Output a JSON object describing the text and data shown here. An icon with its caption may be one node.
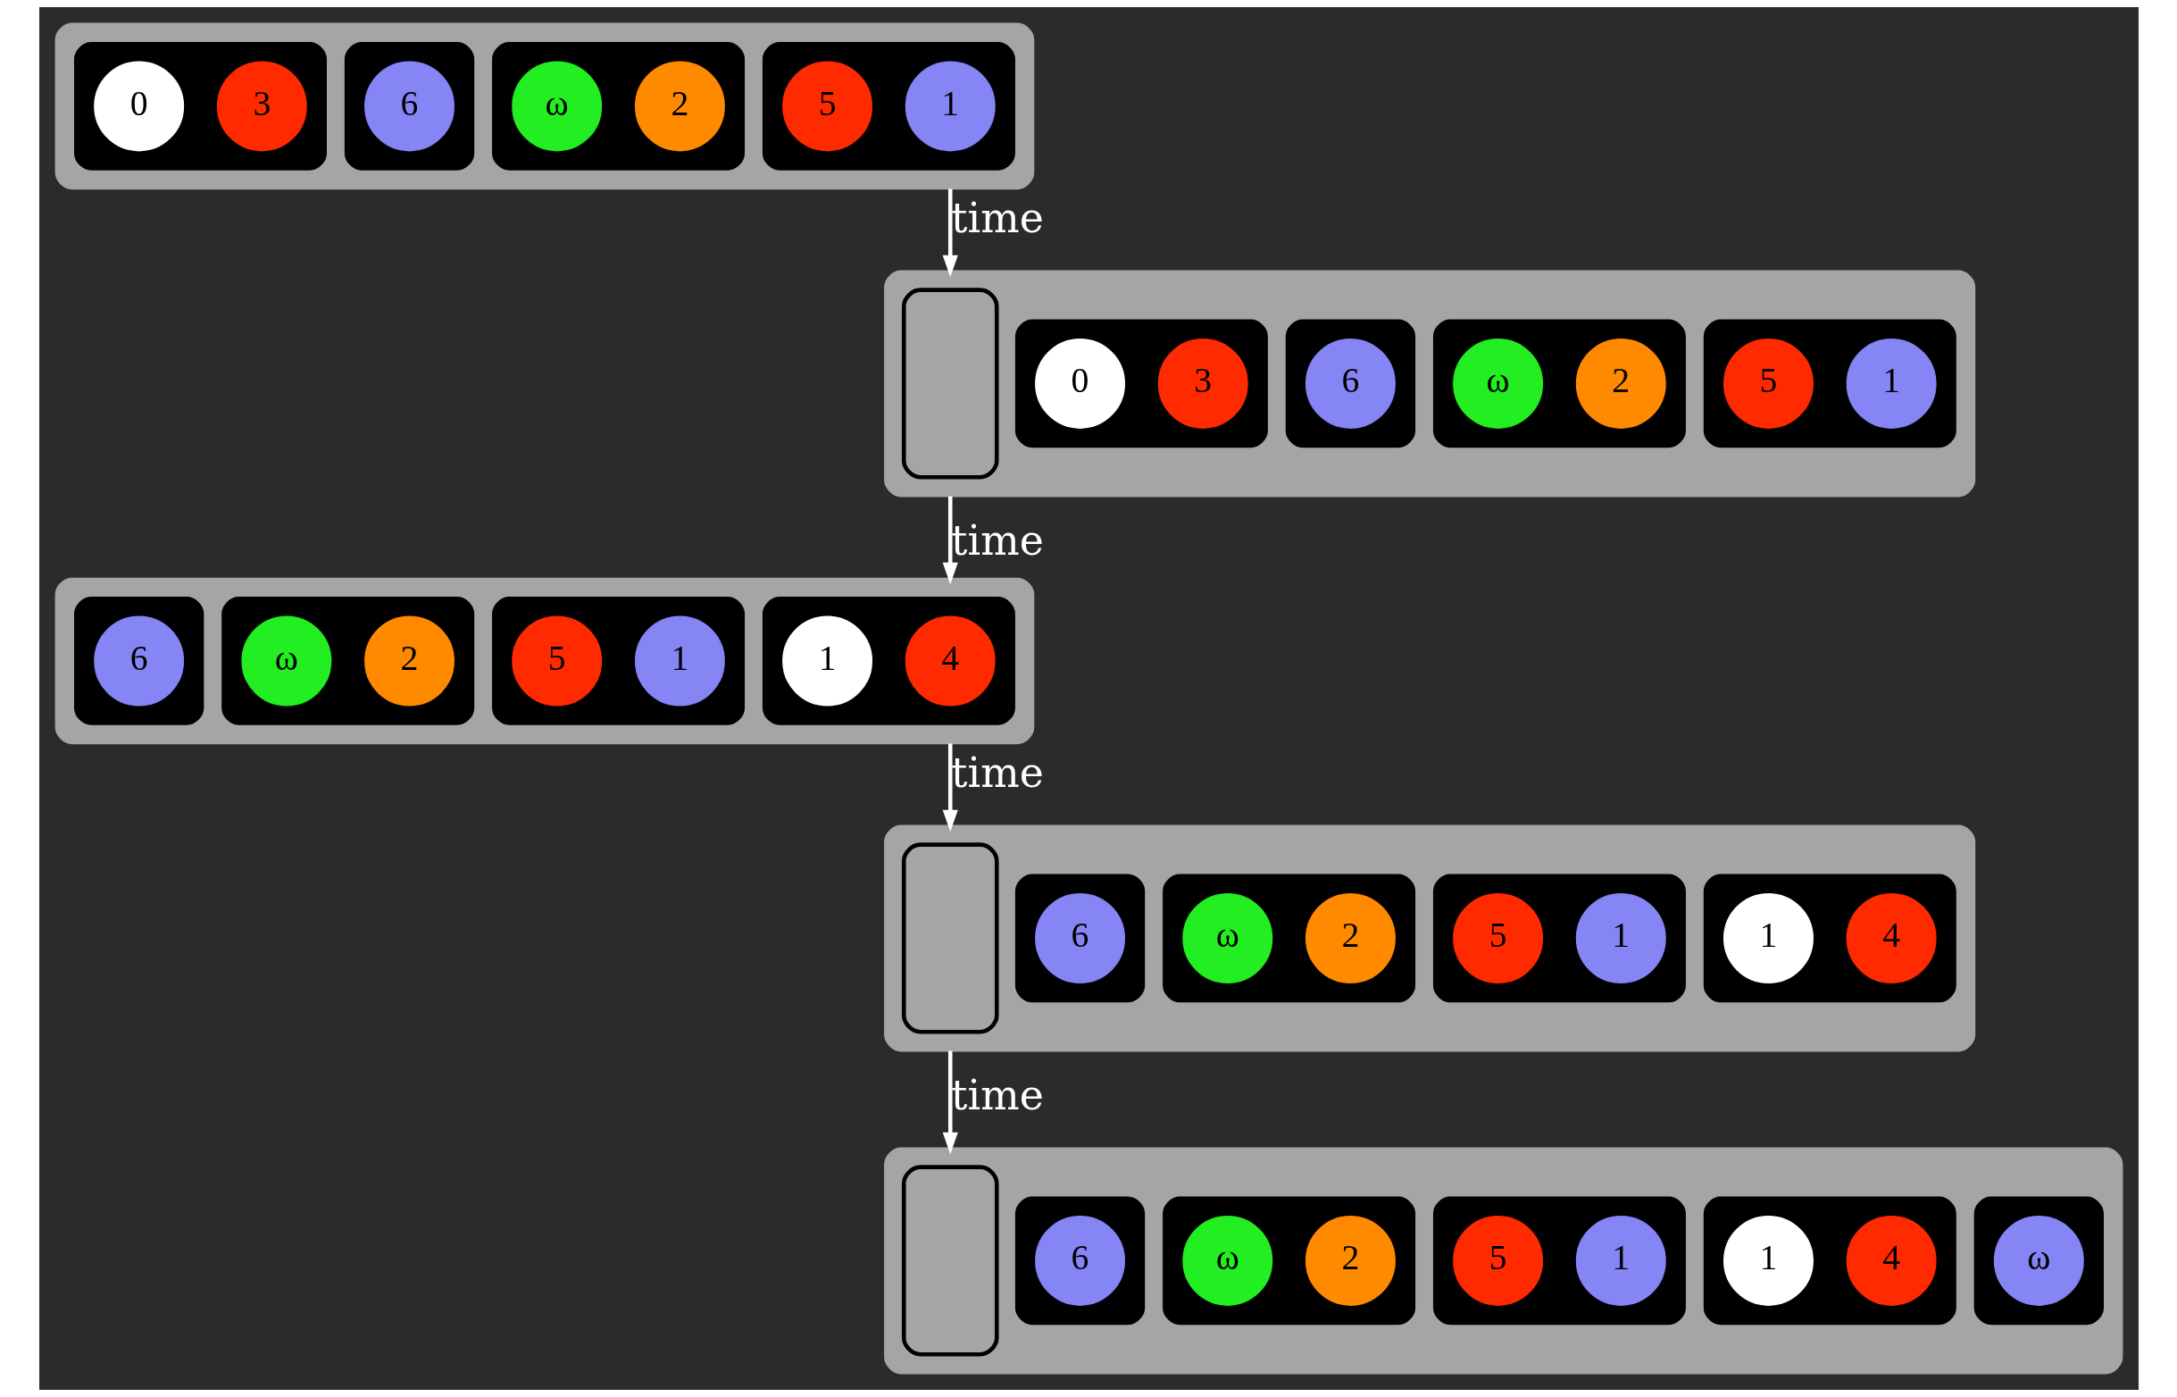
{
  "diagram": {
    "nodes": [
      {
        "text": [],
        "shape": "box"
      },
      {
        "text": [],
        "shape": "box",
        "in": 0
      },
      {
        "text": [
          "1"
        ],
        "in": 1
      },
      {
        "text": [
          "5"
        ],
        "in": 1
      },
      {
        "text": [],
        "shape": "box",
        "in": 0
      },
      {
        "text": [
          "2"
        ],
        "in": 4
      },
      {
        "text": [
          "ω"
        ],
        "in": 4
      },
      {
        "text": [],
        "shape": "box",
        "in": 0
      },
      {
        "text": [
          "6"
        ],
        "in": 7
      },
      {
        "text": [],
        "shape": "box",
        "in": 0
      },
      {
        "text": [
          "3"
        ],
        "in": 9
      },
      {
        "text": [
          "0"
        ],
        "in": 9
      },
      {
        "text": [],
        "shape": "box"
      },
      {
        "text": [],
        "shape": "box",
        "in": 12
      },
      {
        "text": [],
        "shape": "box",
        "in": 12
      },
      {
        "text": [
          "1"
        ],
        "in": 14
      },
      {
        "text": [
          "5"
        ],
        "in": 14
      },
      {
        "text": [],
        "shape": "box",
        "in": 12
      },
      {
        "text": [
          "2"
        ],
        "in": 17
      },
      {
        "text": [
          "ω"
        ],
        "in": 17
      },
      {
        "text": [],
        "shape": "box",
        "in": 12
      },
      {
        "text": [
          "6"
        ],
        "in": 20
      },
      {
        "text": [],
        "shape": "box",
        "in": 12
      },
      {
        "text": [
          "3"
        ],
        "in": 22
      },
      {
        "text": [
          "0"
        ],
        "in": 22
      },
      {
        "text": [],
        "shape": "box"
      },
      {
        "text": [],
        "shape": "box",
        "in": 25
      },
      {
        "text": [
          "4"
        ],
        "in": 26
      },
      {
        "text": [
          "1"
        ],
        "in": 26
      },
      {
        "text": [],
        "shape": "box",
        "in": 25
      },
      {
        "text": [
          "1"
        ],
        "in": 29
      },
      {
        "text": [
          "5"
        ],
        "in": 29
      },
      {
        "text": [],
        "shape": "box",
        "in": 25
      },
      {
        "text": [
          "2"
        ],
        "in": 32
      },
      {
        "text": [
          "ω"
        ],
        "in": 32
      },
      {
        "text": [],
        "shape": "box",
        "in": 25
      },
      {
        "text": [
          "6"
        ],
        "in": 35
      },
      {
        "text": [],
        "shape": "box"
      },
      {
        "text": [],
        "shape": "box",
        "in": 37
      },
      {
        "text": [],
        "shape": "box",
        "in": 37
      },
      {
        "text": [
          "4"
        ],
        "in": 39
      },
      {
        "text": [
          "1"
        ],
        "in": 39
      },
      {
        "text": [],
        "shape": "box",
        "in": 37
      },
      {
        "text": [
          "1"
        ],
        "in": 42
      },
      {
        "text": [
          "5"
        ],
        "in": 42
      },
      {
        "text": [],
        "shape": "box",
        "in": 37
      },
      {
        "text": [
          "2"
        ],
        "in": 45
      },
      {
        "text": [
          "ω"
        ],
        "in": 45
      },
      {
        "text": [],
        "shape": "box",
        "in": 37
      },
      {
        "text": [
          "6"
        ],
        "in": 48
      },
      {
        "text": [],
        "shape": "box"
      },
      {
        "text": [],
        "shape": "box",
        "in": 50
      },
      {
        "text": [],
        "shape": "box",
        "in": 50
      },
      {
        "text": [
          "ω"
        ],
        "in": 52
      },
      {
        "text": [],
        "shape": "box",
        "in": 50
      },
      {
        "text": [
          "4"
        ],
        "in": 54
      },
      {
        "text": [
          "1"
        ],
        "in": 54
      },
      {
        "text": [],
        "shape": "box",
        "in": 50
      },
      {
        "text": [
          "1"
        ],
        "in": 57
      },
      {
        "text": [
          "5"
        ],
        "in": 57
      },
      {
        "text": [],
        "shape": "box",
        "in": 50
      },
      {
        "text": [
          "2"
        ],
        "in": 60
      },
      {
        "text": [
          "ω"
        ],
        "in": 60
      },
      {
        "text": [],
        "shape": "box",
        "in": 50
      },
      {
        "text": [
          "6"
        ],
        "in": 63
      }
    ],
    "edges": [
      {
        "from": 0,
        "to": 12,
        "arrow": "to",
        "label": "time"
      },
      {
        "from": 12,
        "to": 25,
        "arrow": "to",
        "label": "time"
      },
      {
        "from": 25,
        "to": 37,
        "arrow": "to",
        "label": "time"
      },
      {
        "from": 37,
        "to": 50,
        "arrow": "to",
        "label": "time"
      }
    ]
  }
}
